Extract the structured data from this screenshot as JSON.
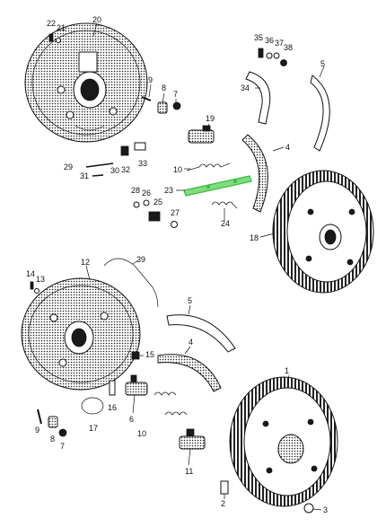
{
  "labels": {
    "l1": "1",
    "l2": "2",
    "l3": "3",
    "l4a": "4",
    "l4b": "4",
    "l5a": "5",
    "l5b": "5",
    "l6": "6",
    "l7a": "7",
    "l7b": "7",
    "l8a": "8",
    "l8b": "8",
    "l9a": "9",
    "l9b": "9",
    "l10a": "10",
    "l10b": "10",
    "l11": "11",
    "l12": "12",
    "l13": "13",
    "l14": "14",
    "l15": "15",
    "l16": "16",
    "l17": "17",
    "l18": "18",
    "l19": "19",
    "l20": "20",
    "l21": "21",
    "l22": "22",
    "l23": "23",
    "l24": "24",
    "l25": "25",
    "l26": "26",
    "l27": "27",
    "l28": "28",
    "l29": "29",
    "l30": "30",
    "l31": "31",
    "l32": "32",
    "l33": "33",
    "l34": "34",
    "l35": "35",
    "l36": "36",
    "l37": "37",
    "l38": "38",
    "l39": "39"
  },
  "colors": {
    "ink": "#111111",
    "background": "#ffffff",
    "highlight": "#3dbb3d"
  }
}
